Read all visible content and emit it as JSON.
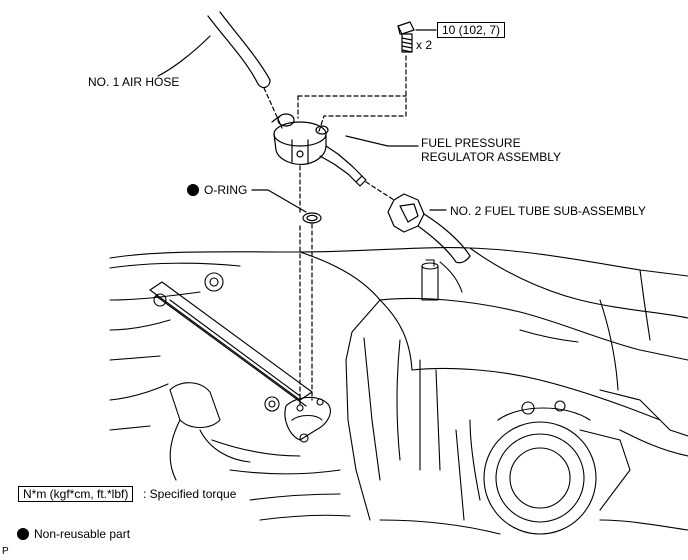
{
  "labels": {
    "air_hose": "NO. 1 AIR HOSE",
    "torque_value": "10 (102, 7)",
    "bolt_qty": "x 2",
    "regulator_line1": "FUEL PRESSURE",
    "regulator_line2": "REGULATOR ASSEMBLY",
    "o_ring": "O-RING",
    "fuel_tube": "NO. 2 FUEL TUBE SUB-ASSEMBLY"
  },
  "legend": {
    "torque_units": "N*m (kgf*cm, ft.*lbf)",
    "torque_desc": ": Specified torque",
    "nonreusable_desc": "Non-reusable part"
  },
  "corner_mark": "P"
}
